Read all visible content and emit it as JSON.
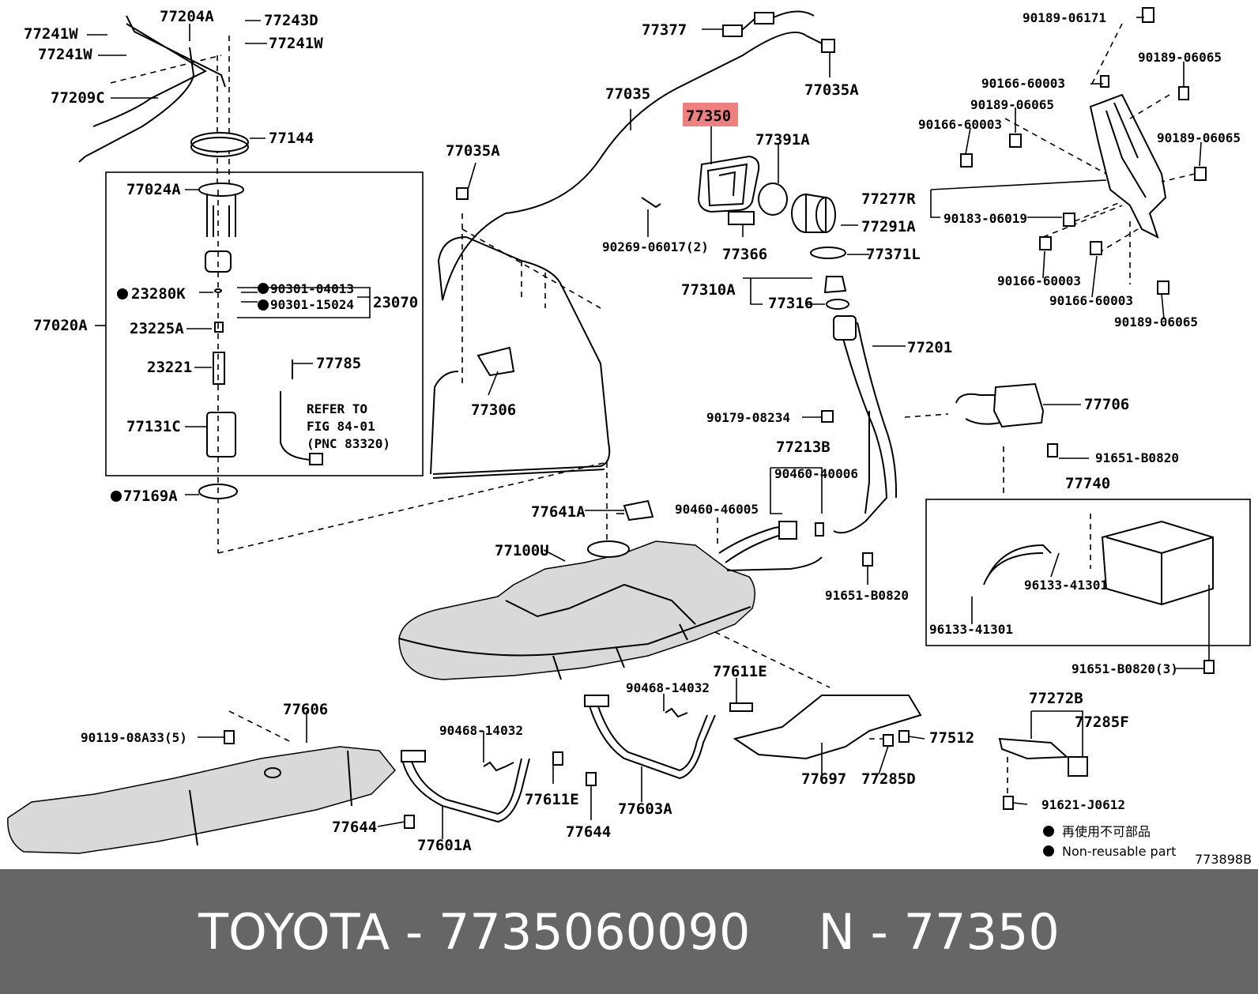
{
  "labels": {
    "p77241w_a": "77241W",
    "p77241w_b": "77241W",
    "p77241w_c": "77241W",
    "p77204a": "77204A",
    "p77243d": "77243D",
    "p77209c": "77209C",
    "p77144": "77144",
    "p77024a": "77024A",
    "p23280k": "23280K",
    "p90301_04013": "90301-04013",
    "p90301_15024": "90301-15024",
    "p23070": "23070",
    "p77020a": "77020A",
    "p23225a": "23225A",
    "p23221": "23221",
    "p77785": "77785",
    "refer1": "REFER TO",
    "refer2": "FIG 84-01",
    "refer3": "(PNC 83320)",
    "p77131c": "77131C",
    "p77169a": "77169A",
    "p77377": "77377",
    "p77035": "77035",
    "p77035a_top": "77035A",
    "p77035a_left": "77035A",
    "p77350": "77350",
    "p77391a": "77391A",
    "p77291a": "77291A",
    "p90269": "90269-06017(2)",
    "p77366": "77366",
    "p77371l": "77371L",
    "p77310a": "77310A",
    "p77316": "77316",
    "p77306": "77306",
    "p77201": "77201",
    "p90179": "90179-08234",
    "p77706": "77706",
    "p77213b": "77213B",
    "p90460_40006": "90460-40006",
    "p90460_46005": "90460-46005",
    "p91651_a": "91651-B0820",
    "p91651_b": "91651-B0820",
    "p91651_c": "91651-B0820(3)",
    "p77740": "77740",
    "p96133_a": "96133-41301",
    "p96133_b": "96133-41301",
    "p77641a": "77641A",
    "p77100u": "77100U",
    "p90189_06171": "90189-06171",
    "p90189_06065_a": "90189-06065",
    "p90189_06065_b": "90189-06065",
    "p90189_06065_c": "90189-06065",
    "p90189_06065_d": "90189-06065",
    "p90166_a": "90166-60003",
    "p90166_b": "90166-60003",
    "p90166_c": "90166-60003",
    "p90166_d": "90166-60003",
    "p77277r": "77277R",
    "p90183": "90183-06019",
    "p77606": "77606",
    "p90119": "90119-08A33(5)",
    "p77644_a": "77644",
    "p77644_b": "77644",
    "p77601a": "77601A",
    "p90468_a": "90468-14032",
    "p90468_b": "90468-14032",
    "p77611e_a": "77611E",
    "p77611e_b": "77611E",
    "p77603a": "77603A",
    "p77697": "77697",
    "p77285d": "77285D",
    "p77512": "77512",
    "p77272b": "77272B",
    "p77285f": "77285F",
    "p91621": "91621-J0612",
    "legend_jp": "再使用不可部品",
    "legend_en": "Non-reusable part",
    "diagram_code": "773898B"
  },
  "highlight": {
    "part": "77350",
    "color": "#f08080"
  },
  "footer": {
    "left": "TOYOTA - 7735060090",
    "right": "N - 77350",
    "background": "#666666",
    "text_color": "#ffffff"
  }
}
